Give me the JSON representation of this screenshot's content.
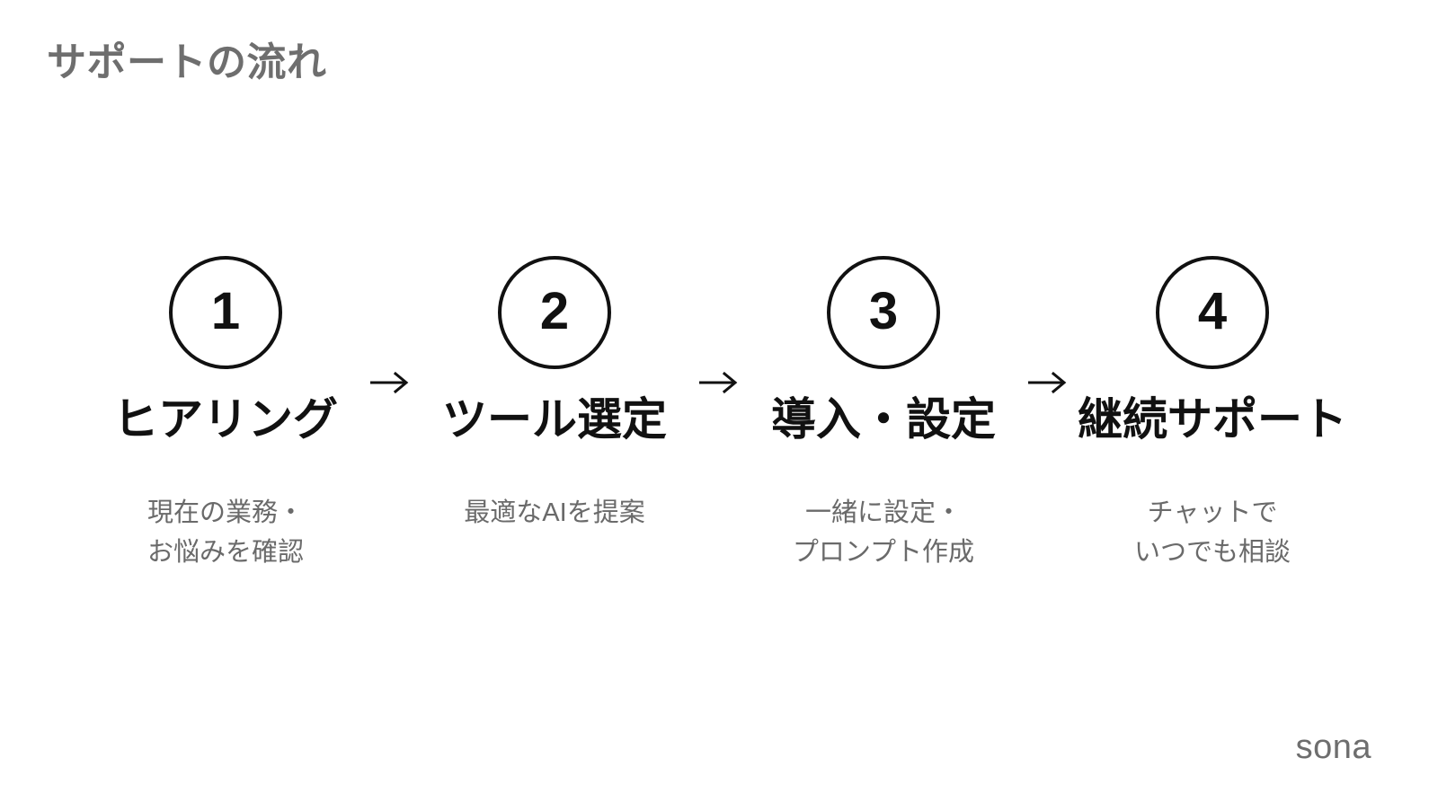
{
  "slide": {
    "title": "サポートの流れ",
    "title_color": "#6e6e6e",
    "background_color": "#ffffff",
    "accent_color": "#111111",
    "description_color": "#6a6a6a"
  },
  "flow": {
    "arrow_glyph": "→",
    "steps": [
      {
        "number": "1",
        "label": "ヒアリング",
        "description": "現在の業務・\nお悩みを確認"
      },
      {
        "number": "2",
        "label": "ツール選定",
        "description": "最適なAIを提案"
      },
      {
        "number": "3",
        "label": "導入・設定",
        "description": "一緒に設定・\nプロンプト作成"
      },
      {
        "number": "4",
        "label": "継続サポート",
        "description": "チャットで\nいつでも相談"
      }
    ]
  },
  "footer": {
    "logo": "sona"
  }
}
